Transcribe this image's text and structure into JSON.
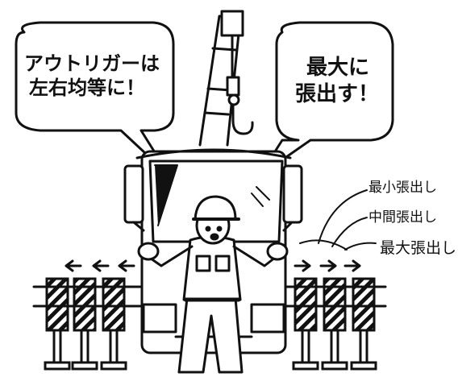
{
  "speech_left": {
    "line1": "アウトリガーは",
    "line2": "左右均等に！"
  },
  "speech_right": {
    "line1": "最大に",
    "line2": "張出す！"
  },
  "extension_labels": {
    "minimum": "最小張出し",
    "middle": "中間張出し",
    "maximum": "最大張出し"
  },
  "colors": {
    "ink": "#111111",
    "paper": "#ffffff"
  }
}
